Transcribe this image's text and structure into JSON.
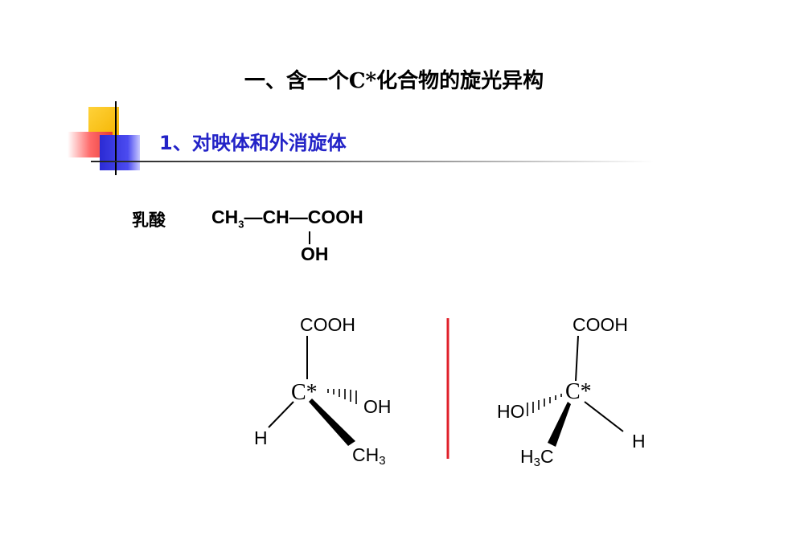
{
  "slide": {
    "title_prefix": "一、含一个",
    "title_c": "C*",
    "title_suffix": "化合物的旋光异构",
    "subtitle": "1、对映体和外消旋体"
  },
  "lactic_acid": {
    "name": "乳酸",
    "ch3": "CH",
    "ch3_sub": "3",
    "dash1": "—",
    "ch": "CH",
    "dash2": "—",
    "cooh": "COOH",
    "oh": "OH"
  },
  "left_structure": {
    "top": "COOH",
    "center": "C*",
    "right": "OH",
    "left": "H",
    "bottom": "CH",
    "bottom_sub": "3"
  },
  "right_structure": {
    "top": "COOH",
    "center": "C*",
    "left": "HO",
    "right": "H",
    "bottom_h": "H",
    "bottom_sub": "3",
    "bottom_c": "C"
  },
  "colors": {
    "subtitle": "#2323c7",
    "mirror_line": "#e0202a"
  }
}
